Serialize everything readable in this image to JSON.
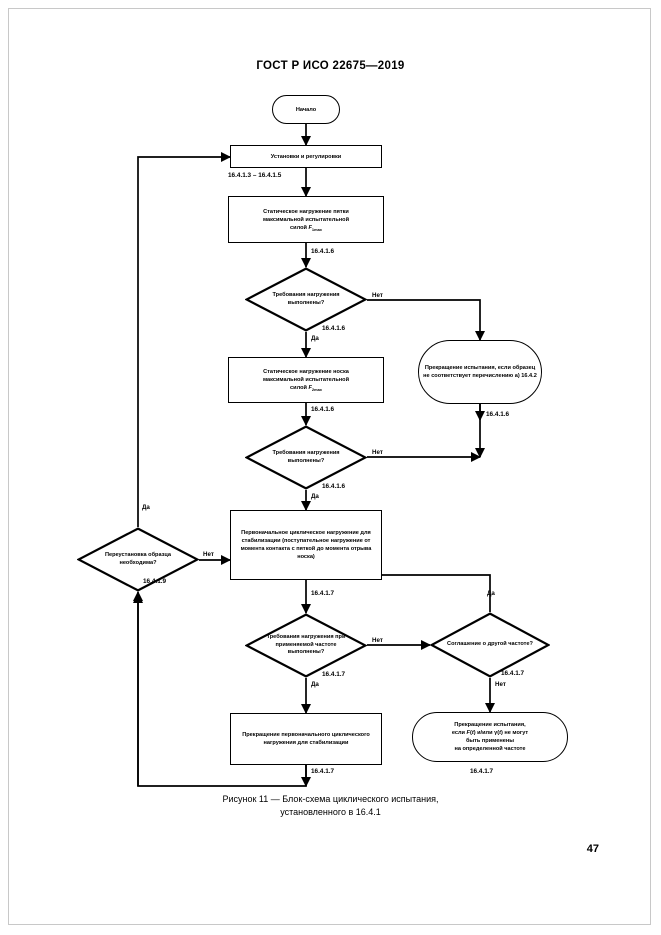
{
  "document": {
    "header": "ГОСТ Р ИСО 22675—2019",
    "page_number": "47"
  },
  "figure": {
    "caption_line1": "Рисунок 11 — Блок-схема циклического испытания,",
    "caption_line2": "установленного в 16.4.1"
  },
  "nodes": {
    "start": "Начало",
    "setup": "Установки и регулировки",
    "heel_static": "Статическое нагружение пятки максимальной испытательной силой F1max",
    "decision1": "Требования нагружения выполнены?",
    "terminate_a": "Прекращение испытания, если образец не соответствует перечислению a) 16.4.2",
    "toe_static": "Статическое нагружение носка максимальной испытательной силой F2max",
    "decision2": "Требования нагружения выполнены?",
    "remount": "Переустановка образца необходима?",
    "cyclic_init": "Первоначальное циклическое нагружение для стабилизации (поступательное нагружение от момента контакта с пяткой до момента отрыва носка)",
    "decision3": "Требования нагружения при применяемой частоте выполнены?",
    "freq_agreement": "Соглашение о другой частоте?",
    "stop_cyclic": "Прекращение первоначального циклического нагружения для стабилизации",
    "terminate_freq": "Прекращение испытания, если F(t) и/или γ(t) не могут быть применены на определенной частоте"
  },
  "edge_labels": {
    "yes": "Да",
    "no": "Нет"
  },
  "step_labels": {
    "setup_to_heel": "16.4.1.3 – 16.4.1.5",
    "heel_to_d1": "16.4.1.6",
    "d1_yes": "16.4.1.6",
    "toe_to_d2": "16.4.1.6",
    "d2_yes": "16.4.1.6",
    "terminate_a_out": "16.4.1.6",
    "remount_down": "16.4.1.9",
    "cyclic_to_d3": "16.4.1.7",
    "d3_yes": "16.4.1.7",
    "freq_no": "16.4.1.7",
    "stop_cyclic_out": "16.4.1.7",
    "terminate_freq_ref": "16.4.1.7"
  }
}
